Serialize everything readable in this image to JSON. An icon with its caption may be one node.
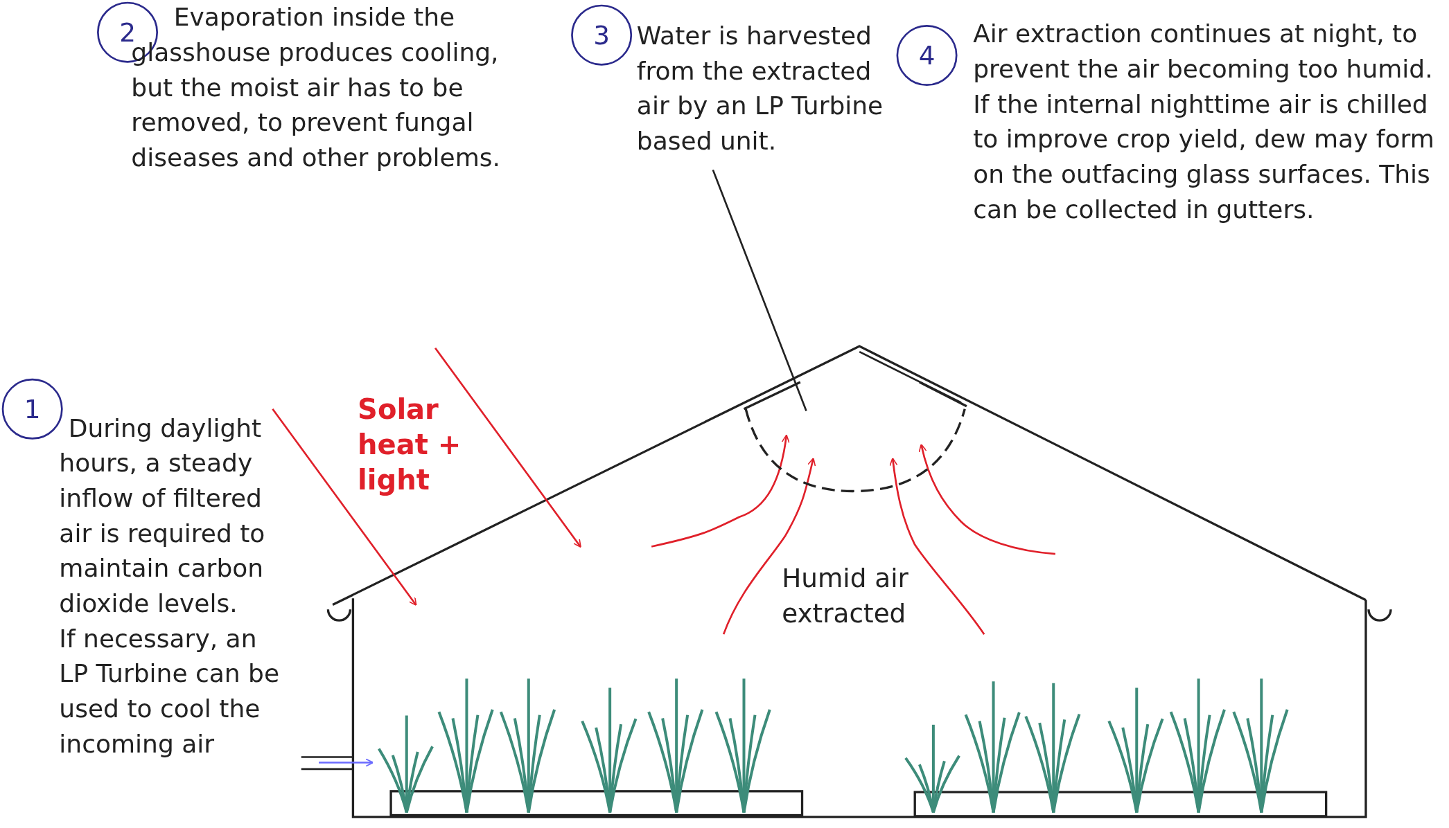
{
  "diagram": {
    "nodes": [
      {
        "text": [
          "1"
        ],
        "beside": [
          "During daylight hours, a steady inflow of filtered air is required to maintain carbon dioxide levels.",
          "If necessary, an LP Turbine can be used to cool the incoming air"
        ]
      },
      {
        "text": [
          "2"
        ],
        "beside": [
          "Evaporation inside the glasshouse produces cooling, but the moist air has to be removed, to prevent fungal diseases and other problems."
        ]
      },
      {
        "text": [
          "3"
        ]
      },
      {
        "text": [
          "Water is harvested from the extracted air by an LP Turbine based unit."
        ]
      },
      {
        "text": [
          "4"
        ],
        "beside": [
          "Air extraction continues at night, to prevent the air becoming too humid.",
          "If the internal nighttime air is chilled to improve crop yield, dew may form on the outfacing glass surfaces. This can be collected in gutters."
        ]
      },
      {
        "text": [],
        "shape": "semicircle"
      }
    ],
    "edges": [
      {
        "from": 3,
        "to": 5,
        "arrow": "none"
      }
    ],
    "labels": [
      "Solar heat + light",
      "Humid air extracted"
    ]
  }
}
